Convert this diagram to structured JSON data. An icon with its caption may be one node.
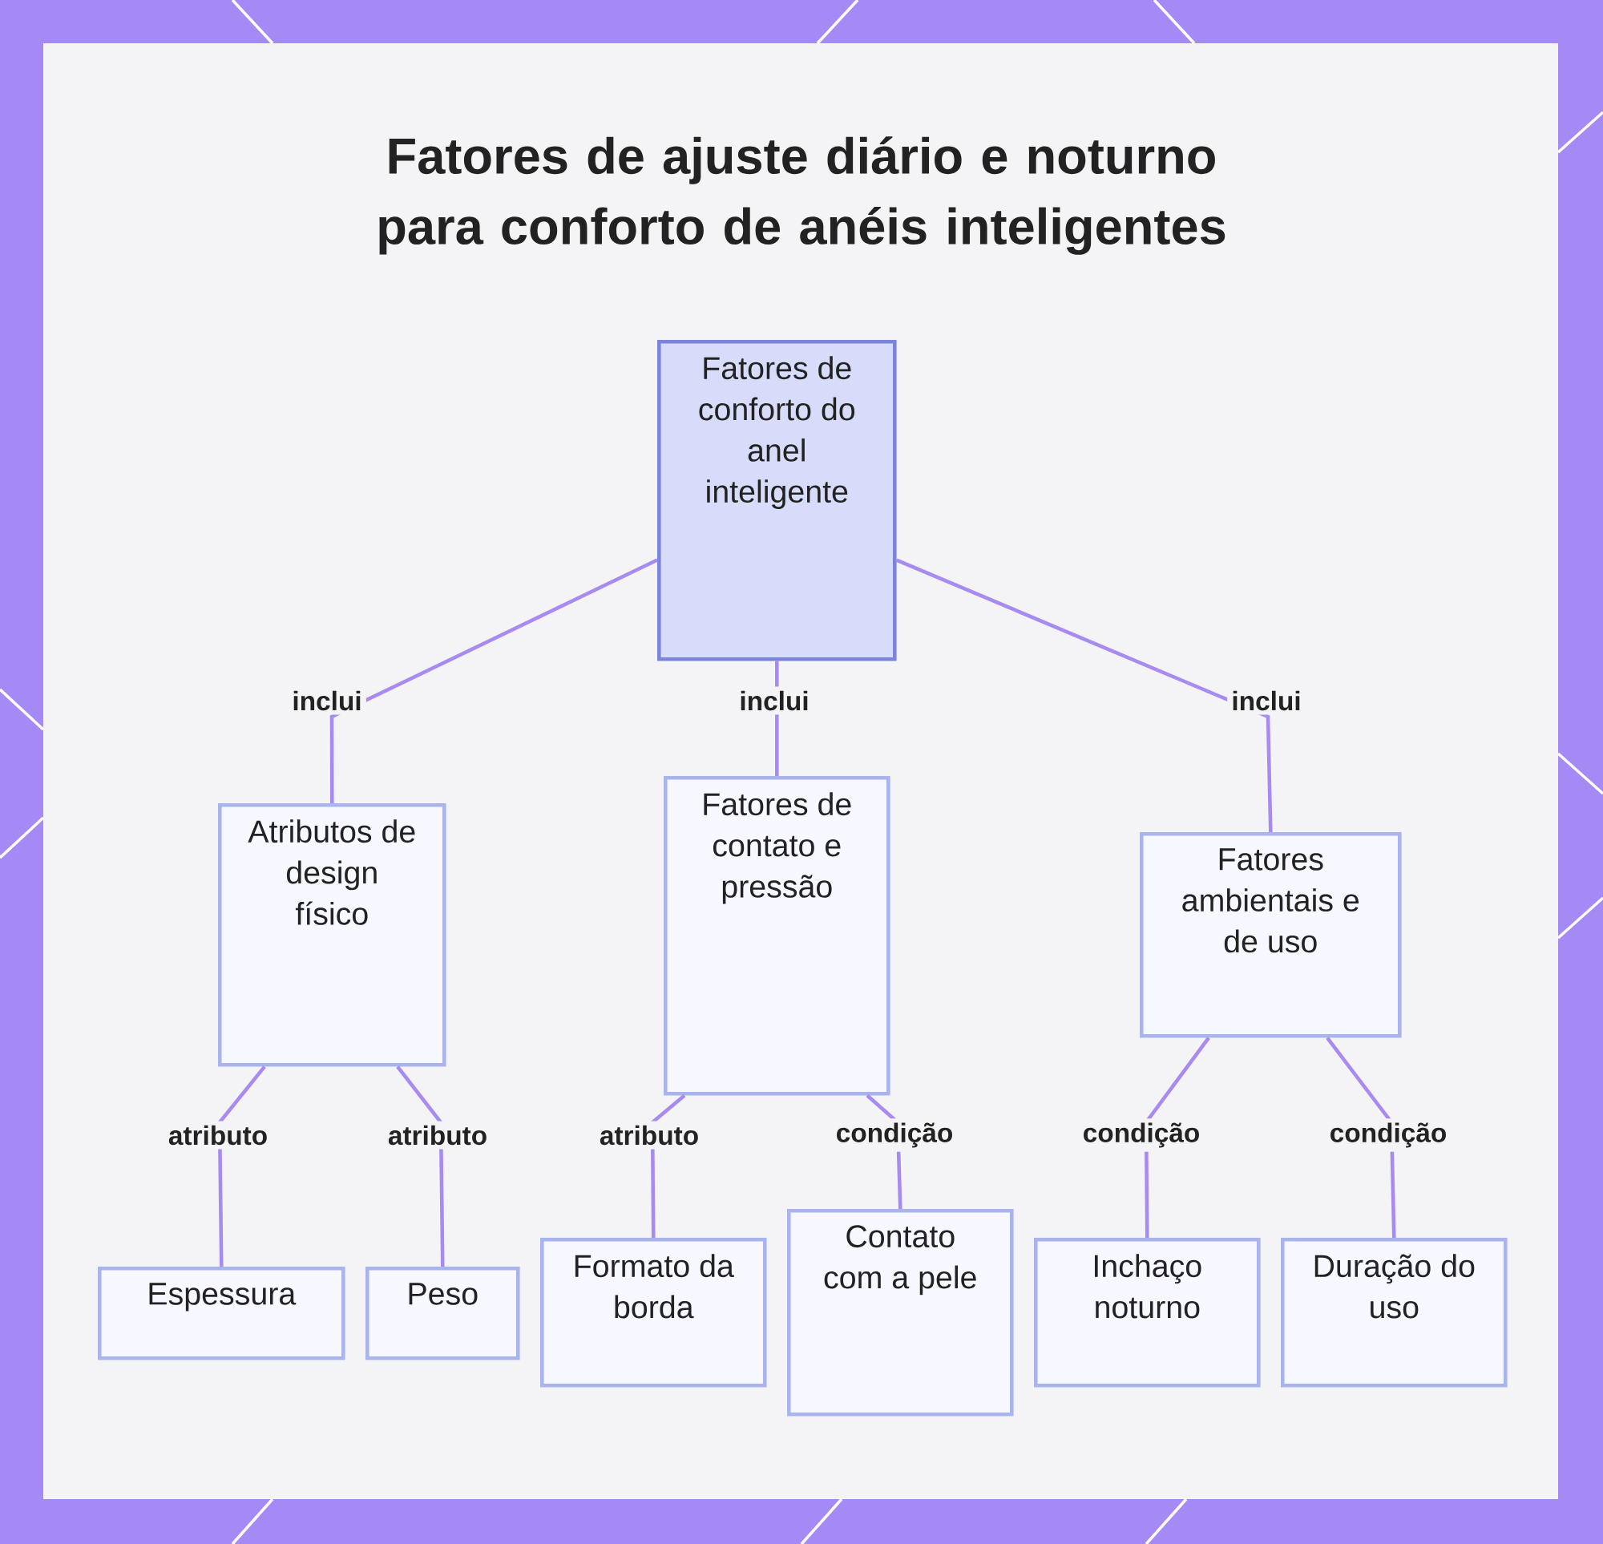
{
  "diagram": {
    "title": "Fatores de ajuste diário e noturno para conforto de anéis inteligentes",
    "nodes": [
      {
        "text": [
          "Fatores de conforto do anel inteligente"
        ]
      },
      {
        "text": [
          "Atributos de design físico"
        ]
      },
      {
        "text": [
          "Fatores de contato e pressão"
        ]
      },
      {
        "text": [
          "Fatores ambientais e de uso"
        ]
      },
      {
        "text": [
          "Espessura"
        ]
      },
      {
        "text": [
          "Peso"
        ]
      },
      {
        "text": [
          "Formato da borda"
        ]
      },
      {
        "text": [
          "Contato com a pele"
        ]
      },
      {
        "text": [
          "Inchaço noturno"
        ]
      },
      {
        "text": [
          "Duração do uso"
        ]
      }
    ],
    "edges": [
      {
        "from": 0,
        "to": 1,
        "arrow": "none",
        "label": "inclui"
      },
      {
        "from": 0,
        "to": 2,
        "arrow": "none",
        "label": "inclui"
      },
      {
        "from": 0,
        "to": 3,
        "arrow": "none",
        "label": "inclui"
      },
      {
        "from": 1,
        "to": 4,
        "arrow": "none",
        "label": "atributo"
      },
      {
        "from": 1,
        "to": 5,
        "arrow": "none",
        "label": "atributo"
      },
      {
        "from": 2,
        "to": 6,
        "arrow": "none",
        "label": "atributo"
      },
      {
        "from": 2,
        "to": 7,
        "arrow": "none",
        "label": "condição"
      },
      {
        "from": 3,
        "to": 8,
        "arrow": "none",
        "label": "condição"
      },
      {
        "from": 3,
        "to": 9,
        "arrow": "none",
        "label": "condição"
      }
    ]
  }
}
